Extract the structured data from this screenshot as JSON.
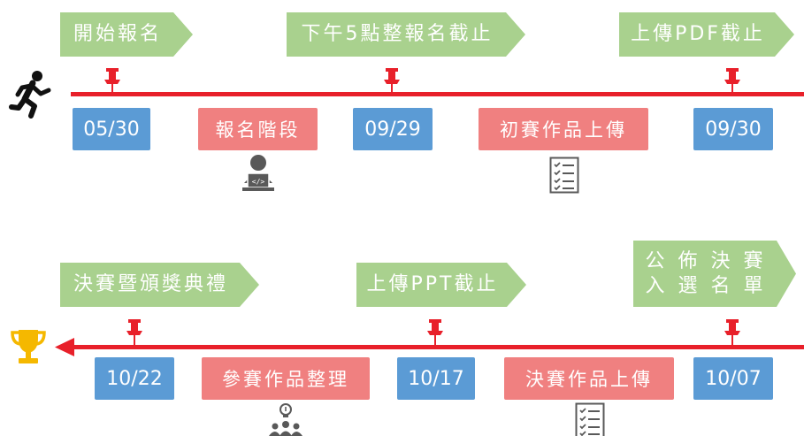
{
  "row1": {
    "flags": [
      "開始報名",
      "下午5點整報名截止",
      "上傳PDF截止"
    ],
    "dates": [
      "05/30",
      "09/29",
      "09/30"
    ],
    "phases": [
      "報名階段",
      "初賽作品上傳"
    ]
  },
  "row2": {
    "flags": [
      "決賽暨頒獎典禮",
      "上傳PPT截止",
      "公 佈 決 賽",
      "入 選 名 單"
    ],
    "dates": [
      "10/22",
      "10/17",
      "10/07"
    ],
    "phases": [
      "參賽作品整理",
      "決賽作品上傳"
    ]
  },
  "colors": {
    "flag": "#a9d18e",
    "line": "#e8202a",
    "date": "#5b9bd5",
    "phase": "#f08080",
    "trophy": "#f5b800",
    "icon": "#595959"
  },
  "icons": [
    "runner-icon",
    "trophy-icon",
    "pin-icon",
    "coder-icon",
    "checklist-icon",
    "team-idea-icon"
  ]
}
